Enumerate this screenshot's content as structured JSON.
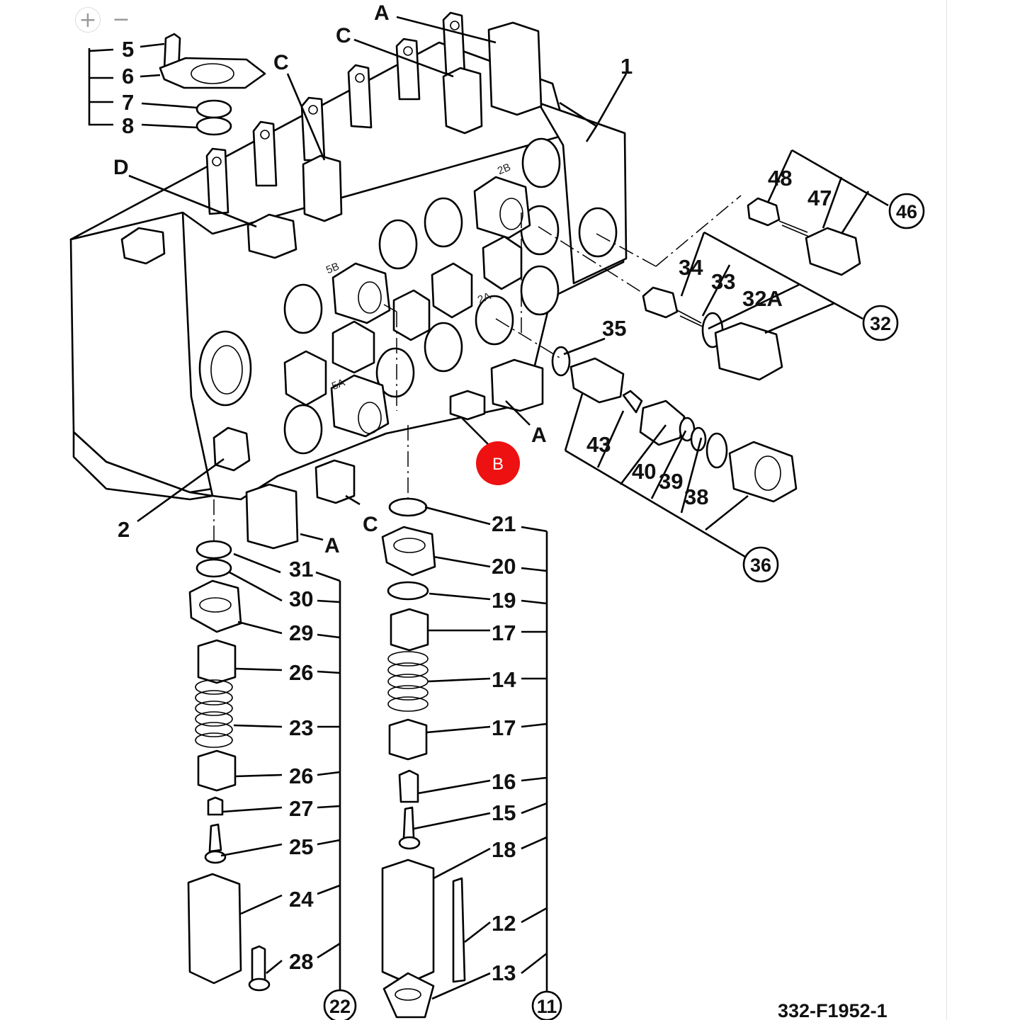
{
  "viewer": {
    "zoom_in": "+",
    "zoom_out": "−"
  },
  "callouts": {
    "n1": "1",
    "n2": "2",
    "n5": "5",
    "n6": "6",
    "n7": "7",
    "n8": "8",
    "n11": "11",
    "n12": "12",
    "n13": "13",
    "n14": "14",
    "n15": "15",
    "n16": "16",
    "n17a": "17",
    "n17b": "17",
    "n18": "18",
    "n19": "19",
    "n20": "20",
    "n21": "21",
    "n22": "22",
    "n23": "23",
    "n24": "24",
    "n25": "25",
    "n26a": "26",
    "n26b": "26",
    "n27": "27",
    "n28": "28",
    "n29": "29",
    "n30": "30",
    "n31": "31",
    "n32": "32",
    "n32a": "32A",
    "n33": "33",
    "n34": "34",
    "n35": "35",
    "n36": "36",
    "n38": "38",
    "n39": "39",
    "n40": "40",
    "n43": "43",
    "n46": "46",
    "n47": "47",
    "n48": "48",
    "lA1": "A",
    "lA2": "A",
    "lA3": "A",
    "lC1": "C",
    "lC2": "C",
    "lC3": "C",
    "lD": "D"
  },
  "ports": {
    "p2B": "2B",
    "p2A": "2A",
    "p5B": "5B",
    "p5A": "5A"
  },
  "marker": {
    "label": "B",
    "color": "#ee1111"
  },
  "drawing_ref": "332-F1952-1"
}
